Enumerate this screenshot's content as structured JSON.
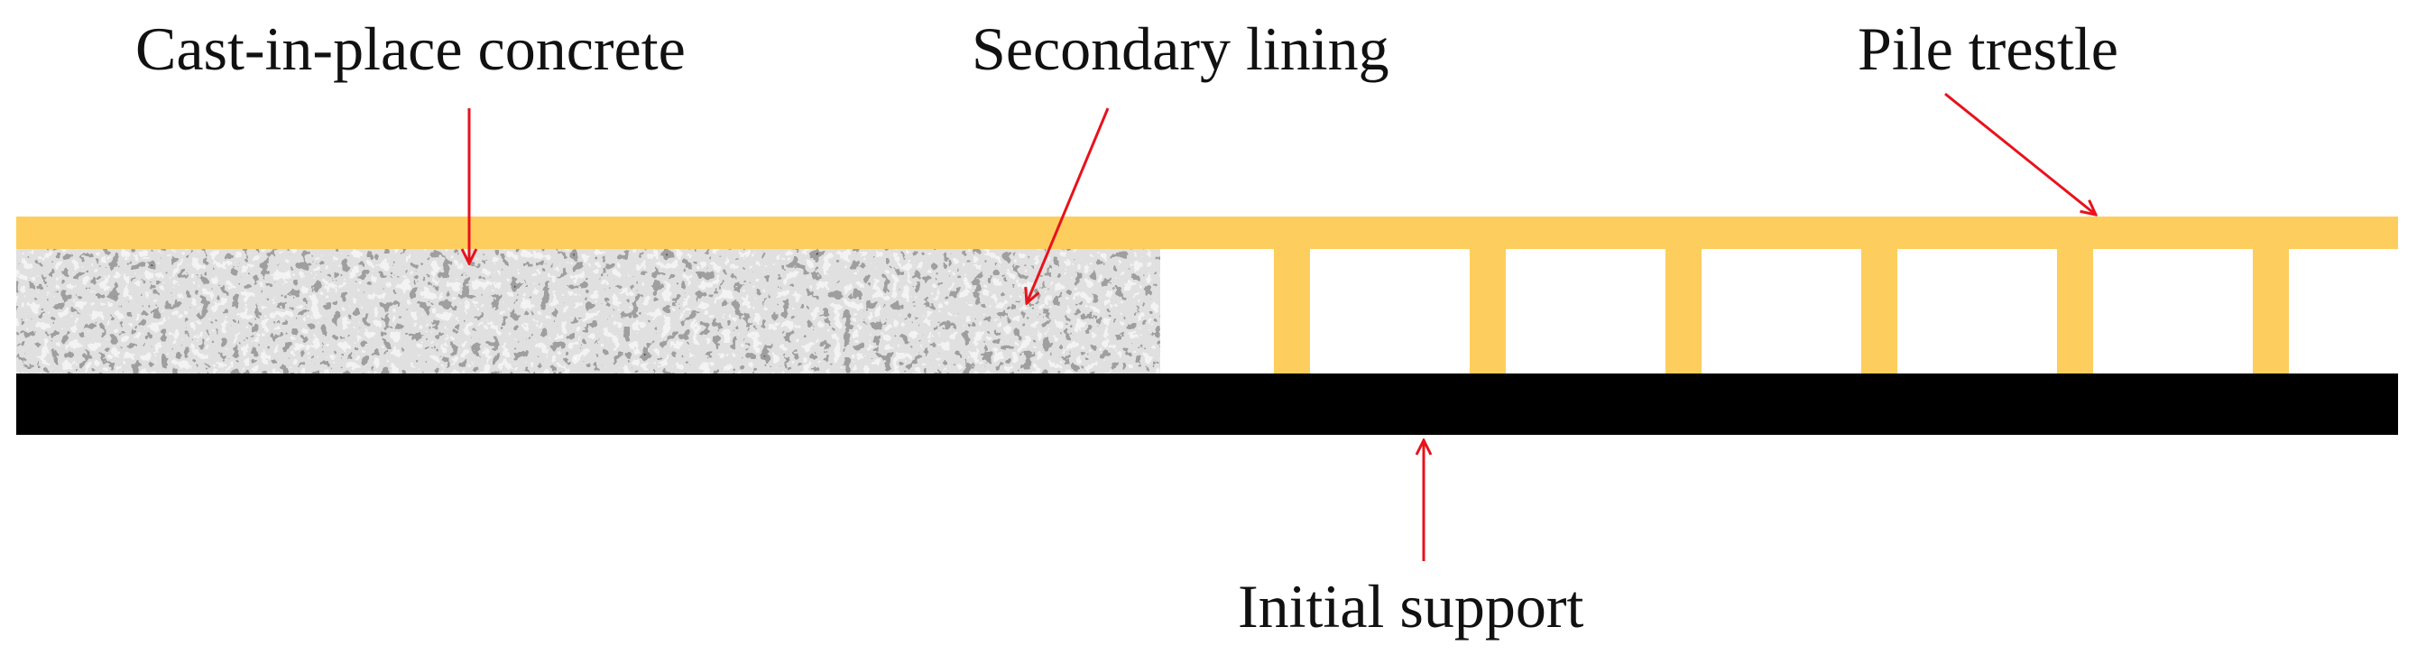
{
  "labels": {
    "cast_in_place_concrete": "Cast-in-place concrete",
    "secondary_lining": "Secondary lining",
    "pile_trestle": "Pile trestle",
    "initial_support": "Initial support"
  },
  "colors": {
    "trestle": "#fdcd5e",
    "initial_support": "#000000",
    "arrow": "#e8121c",
    "concrete_light": "#dcdcdc",
    "concrete_dark": "#1a1a1a",
    "background": "#ffffff",
    "text": "#111111"
  },
  "trestle": {
    "pile_count": 6
  }
}
